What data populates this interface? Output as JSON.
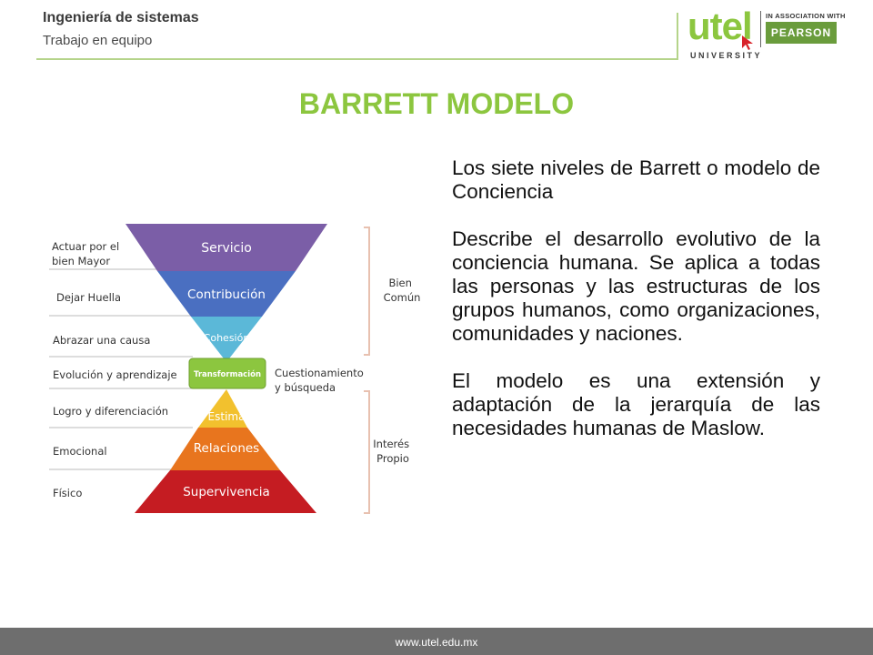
{
  "header": {
    "course": "Ingeniería de sistemas",
    "subtitle": "Trabajo en equipo",
    "logo": {
      "brand": "utel",
      "university": "UNIVERSITY",
      "association": "IN ASSOCIATION WITH",
      "partner": "PEARSON"
    }
  },
  "slide": {
    "title": "BARRETT MODELO",
    "paragraphs": [
      "Los siete niveles de Barrett o modelo de Conciencia",
      "Describe el desarrollo evolutivo de la conciencia humana. Se aplica a todas las personas y las estructuras de los grupos humanos, como organizaciones, comunidades y naciones.",
      "El modelo es una extensión y adaptación de la jerarquía de las necesidades humanas de Maslow."
    ]
  },
  "diagram": {
    "upper_levels": [
      {
        "label": "Servicio",
        "color": "#7b5ea7"
      },
      {
        "label": "Contribución",
        "color": "#4a6fc1"
      },
      {
        "label": "Cohesión",
        "color": "#5bb8d8"
      }
    ],
    "center": {
      "label": "Transformación",
      "color": "#8cc63f"
    },
    "lower_levels": [
      {
        "label": "Estima",
        "color": "#f2c12e"
      },
      {
        "label": "Relaciones",
        "color": "#e8751e"
      },
      {
        "label": "Supervivencia",
        "color": "#c51c22"
      }
    ],
    "left_labels": [
      "Actuar por el bien Mayor",
      "Dejar Huella",
      "Abrazar una causa",
      "Evolución y aprendizaje",
      "Logro y diferenciación",
      "Emocional",
      "Físico"
    ],
    "right_groups": {
      "top": "Bien Común",
      "middle": "Cuestionamiento y búsqueda",
      "bottom": "Interés Propio"
    }
  },
  "footer": {
    "url": "www.utel.edu.mx"
  }
}
